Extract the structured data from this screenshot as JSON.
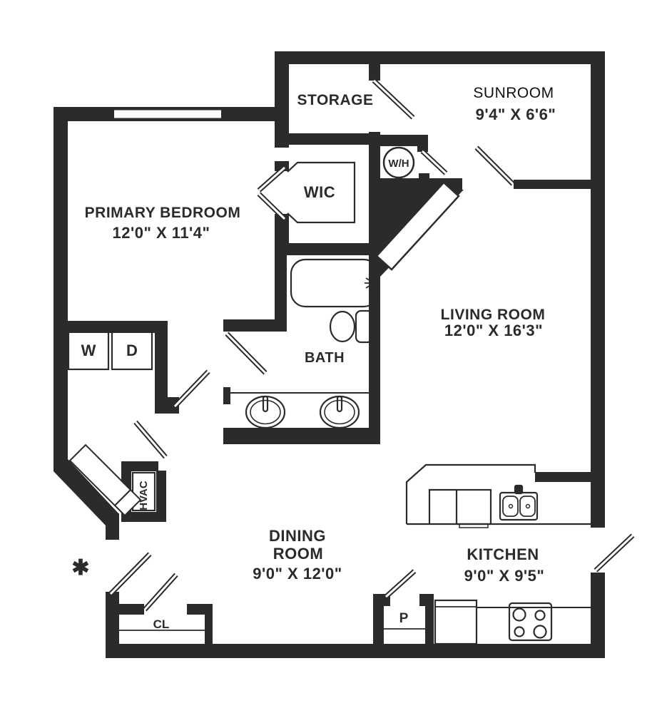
{
  "plan": {
    "wall_color": "#2b2b2b",
    "text_color": "#2b2b2b",
    "highlight_bg": "#ffffff",
    "highlight_text": "#111111",
    "rooms": {
      "storage": {
        "label": "STORAGE"
      },
      "sunroom": {
        "label": "SUNROOM",
        "dims": "9'4\" X 6'6\"",
        "highlighted": true
      },
      "primary_bedroom": {
        "label": "PRIMARY BEDROOM",
        "dims": "12'0\" X 11'4\""
      },
      "wic": {
        "label": "WIC"
      },
      "water_heater": {
        "label": "W/H"
      },
      "living_room": {
        "label": "LIVING ROOM",
        "dims": "12'0\" X 16'3\""
      },
      "bath": {
        "label": "BATH"
      },
      "washer": {
        "label": "W"
      },
      "dryer": {
        "label": "D"
      },
      "hvac": {
        "label": "HVAC"
      },
      "dining_room": {
        "label_line1": "DINING",
        "label_line2": "ROOM",
        "dims": "9'0\" X 12'0\""
      },
      "kitchen": {
        "label": "KITCHEN",
        "dims": "9'0\" X 9'5\""
      },
      "closet": {
        "label": "CL"
      },
      "pantry": {
        "label": "P"
      }
    },
    "symbols": {
      "note_marker": "✱"
    }
  }
}
